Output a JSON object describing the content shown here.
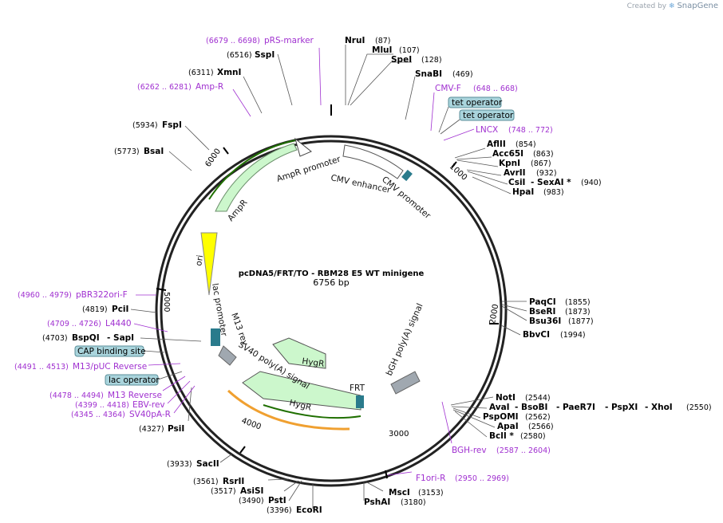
{
  "brand": {
    "created_by": "Created by",
    "name": "SnapGene"
  },
  "plasmid": {
    "name": "pcDNA5/FRT/TO - RBM28 E5 WT minigene",
    "size": "6756 bp"
  },
  "ticks": [
    "1000",
    "2000",
    "3000",
    "4000",
    "5000",
    "6000"
  ],
  "features": [
    {
      "label": "AmpR promoter"
    },
    {
      "label": "AmpR"
    },
    {
      "label": "CMV enhancer"
    },
    {
      "label": "CMV promoter"
    },
    {
      "label": "ori"
    },
    {
      "label": "lac promoter"
    },
    {
      "label": "M13 rev"
    },
    {
      "label": "SV40 poly(A) signal"
    },
    {
      "label": "HygR"
    },
    {
      "label": "HygR"
    },
    {
      "label": "FRT"
    },
    {
      "label": "bGH poly(A) signal"
    }
  ],
  "sites_right": [
    {
      "name": "NruI",
      "pos": "(87)"
    },
    {
      "name": "MluI",
      "pos": "(107)"
    },
    {
      "name": "SpeI",
      "pos": "(128)"
    },
    {
      "name": "SnaBI",
      "pos": "(469)"
    },
    {
      "name": "AflII",
      "pos": "(854)"
    },
    {
      "name": "Acc65I",
      "pos": "(863)"
    },
    {
      "name": "KpnI",
      "pos": "(867)"
    },
    {
      "name": "AvrII",
      "pos": "(932)"
    },
    {
      "name": "CsiI",
      "pos": ""
    },
    {
      "name": "- SexAI *",
      "pos": "(940)"
    },
    {
      "name": "HpaI",
      "pos": "(983)"
    },
    {
      "name": "PaqCI",
      "pos": "(1855)"
    },
    {
      "name": "BseRI",
      "pos": "(1873)"
    },
    {
      "name": "Bsu36I",
      "pos": "(1877)"
    },
    {
      "name": "BbvCI",
      "pos": "(1994)"
    },
    {
      "name": "NotI",
      "pos": "(2544)"
    },
    {
      "name": "AvaI",
      "pos": ""
    },
    {
      "name": "- BsoBI",
      "pos": ""
    },
    {
      "name": "- PaeR7I",
      "pos": ""
    },
    {
      "name": "- PspXI",
      "pos": ""
    },
    {
      "name": "- XhoI",
      "pos": "(2550)"
    },
    {
      "name": "PspOMI",
      "pos": "(2562)"
    },
    {
      "name": "ApaI",
      "pos": "(2566)"
    },
    {
      "name": "BclI *",
      "pos": "(2580)"
    },
    {
      "name": "MscI",
      "pos": "(3153)"
    },
    {
      "name": "PshAI",
      "pos": "(3180)"
    }
  ],
  "sites_left": [
    {
      "name": "SspI",
      "pos": "(6516)"
    },
    {
      "name": "XmnI",
      "pos": "(6311)"
    },
    {
      "name": "FspI",
      "pos": "(5934)"
    },
    {
      "name": "BsaI",
      "pos": "(5773)"
    },
    {
      "name": "PciI",
      "pos": "(4819)"
    },
    {
      "name": "BspQI",
      "pos": "(4703)"
    },
    {
      "name": "- SapI",
      "pos": ""
    },
    {
      "name": "PsiI",
      "pos": "(4327)"
    },
    {
      "name": "SacII",
      "pos": "(3933)"
    },
    {
      "name": "RsrII",
      "pos": "(3561)"
    },
    {
      "name": "AsiSI",
      "pos": "(3517)"
    },
    {
      "name": "PstI",
      "pos": "(3490)"
    },
    {
      "name": "EcoRI",
      "pos": "(3396)"
    }
  ],
  "primers": [
    {
      "name": "pRS-marker",
      "pos": "(6679 .. 6698)"
    },
    {
      "name": "Amp-R",
      "pos": "(6262 .. 6281)"
    },
    {
      "name": "CMV-F",
      "pos": "(648 .. 668)"
    },
    {
      "name": "LNCX",
      "pos": "(748 .. 772)"
    },
    {
      "name": "pBR322ori-F",
      "pos": "(4960 .. 4979)"
    },
    {
      "name": "L4440",
      "pos": "(4709 .. 4726)"
    },
    {
      "name": "M13/pUC Reverse",
      "pos": "(4491 .. 4513)"
    },
    {
      "name": "M13 Reverse",
      "pos": "(4478 .. 4494)"
    },
    {
      "name": "EBV-rev",
      "pos": "(4399 .. 4418)"
    },
    {
      "name": "SV40pA-R",
      "pos": "(4345 .. 4364)"
    },
    {
      "name": "BGH-rev",
      "pos": "(2587 .. 2604)"
    },
    {
      "name": "F1ori-R",
      "pos": "(2950 .. 2969)"
    }
  ],
  "boxed": [
    {
      "label": "tet operator"
    },
    {
      "label": "tet operator"
    },
    {
      "label": "CAP binding site"
    },
    {
      "label": "lac operator"
    }
  ],
  "colors": {
    "primer": "#a030d0",
    "amp": "#ccf7cc",
    "ori": "#ffff00",
    "hygr": "#ccf7cc",
    "box": "#a9d4dc"
  }
}
